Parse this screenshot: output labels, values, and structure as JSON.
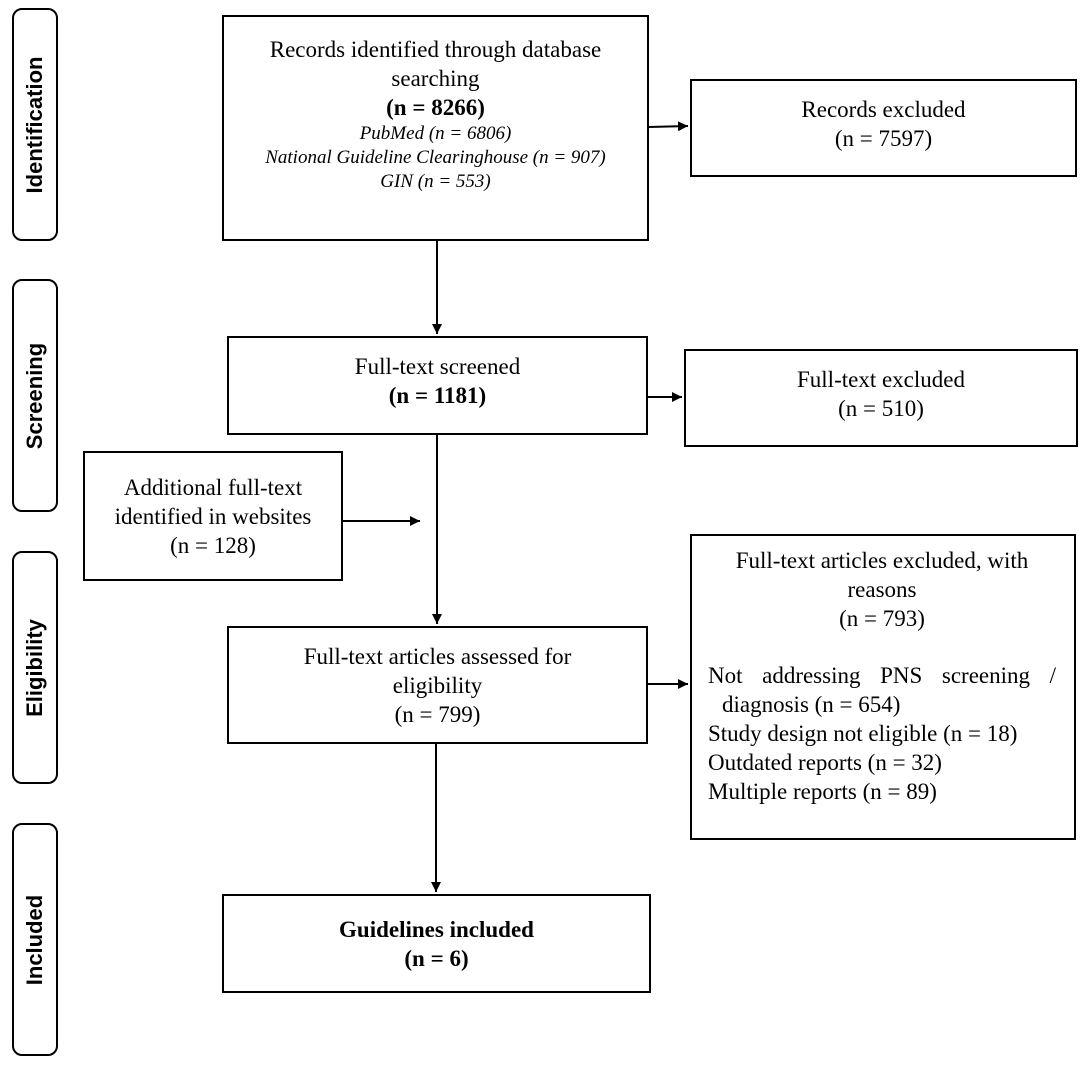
{
  "stages": {
    "identification": "Identification",
    "screening": "Screening",
    "eligibility": "Eligibility",
    "included": "Included"
  },
  "records_identified": {
    "title_line1": "Records identified through database",
    "title_line2": "searching",
    "count": "(n = 8266)",
    "sources": [
      "PubMed (n = 6806)",
      "National Guideline Clearinghouse (n = 907)",
      "GIN (n = 553)"
    ]
  },
  "records_excluded": {
    "title": "Records excluded",
    "count": "(n = 7597)"
  },
  "fulltext_screened": {
    "title": "Full-text screened",
    "count": "(n = 1181)"
  },
  "fulltext_excluded": {
    "title": "Full-text excluded",
    "count": "(n = 510)"
  },
  "additional_fulltext": {
    "line1": "Additional full-text",
    "line2": "identified in websites",
    "count": "(n = 128)"
  },
  "assessed": {
    "line1": "Full-text articles assessed for",
    "line2": "eligibility",
    "count": "(n = 799)"
  },
  "excluded_reasons": {
    "line1": "Full-text articles excluded, with",
    "line2": "reasons",
    "count": "(n = 793)",
    "reasons": [
      "Not addressing PNS screening /",
      "diagnosis (n = 654)",
      "Study design not eligible (n = 18)",
      "Outdated reports (n = 32)",
      "Multiple reports (n = 89)"
    ]
  },
  "included": {
    "title": "Guidelines included",
    "count": "(n = 6)"
  }
}
